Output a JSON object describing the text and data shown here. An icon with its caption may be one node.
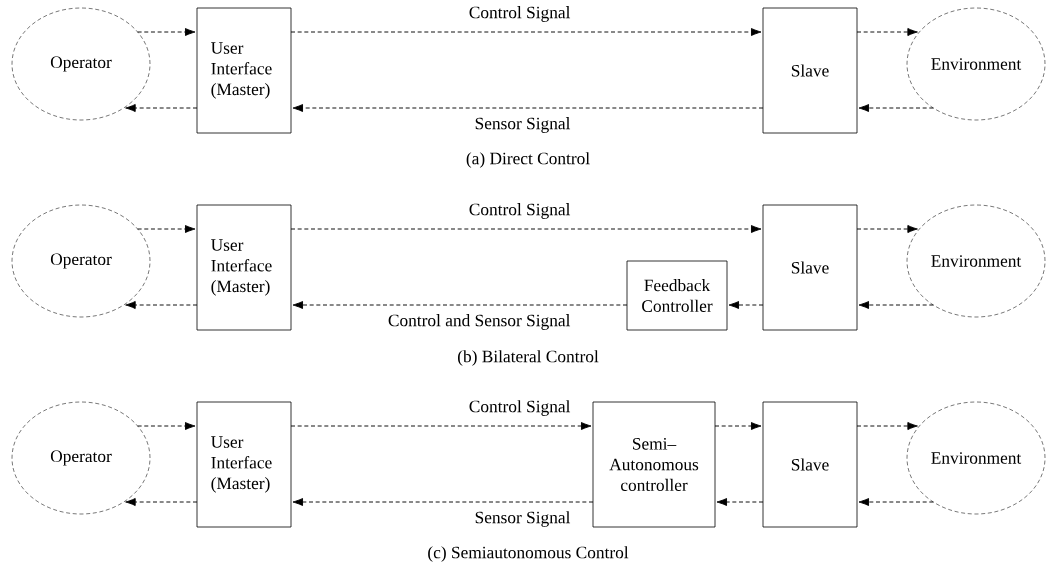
{
  "diagram": {
    "nodes": [
      {
        "text": [
          "Operator"
        ]
      },
      {
        "text": [
          "User Interface (Master)"
        ]
      },
      {
        "text": [
          "Slave"
        ]
      },
      {
        "text": [
          "Environment"
        ]
      },
      {
        "text": [
          "Operator"
        ]
      },
      {
        "text": [
          "User Interface (Master)"
        ]
      },
      {
        "text": [
          "Feedback Controller"
        ]
      },
      {
        "text": [
          "Slave"
        ]
      },
      {
        "text": [
          "Environment"
        ]
      },
      {
        "text": [
          "Operator"
        ]
      },
      {
        "text": [
          "User Interface (Master)"
        ]
      },
      {
        "text": [
          "Semi– Autonomous controller"
        ]
      },
      {
        "text": [
          "Slave"
        ]
      },
      {
        "text": [
          "Environment"
        ]
      }
    ],
    "edges": [
      {
        "from": 0,
        "to": 1,
        "arrow": "to",
        "style": "dashed"
      },
      {
        "from": 1,
        "to": 2,
        "arrow": "to",
        "style": "dashed",
        "label": "Control Signal"
      },
      {
        "from": 2,
        "to": 3,
        "arrow": "to",
        "style": "dashed"
      },
      {
        "from": 3,
        "to": 2,
        "arrow": "to",
        "style": "dashed"
      },
      {
        "from": 2,
        "to": 1,
        "arrow": "to",
        "style": "dashed",
        "label": "Sensor Signal"
      },
      {
        "from": 1,
        "to": 0,
        "arrow": "to",
        "style": "dashed"
      },
      {
        "from": 4,
        "to": 5,
        "arrow": "to",
        "style": "dashed"
      },
      {
        "from": 5,
        "to": 7,
        "arrow": "to",
        "style": "dashed",
        "label": "Control Signal"
      },
      {
        "from": 7,
        "to": 8,
        "arrow": "to",
        "style": "dashed"
      },
      {
        "from": 8,
        "to": 7,
        "arrow": "to",
        "style": "dashed"
      },
      {
        "from": 7,
        "to": 6,
        "arrow": "to",
        "style": "dashed"
      },
      {
        "from": 6,
        "to": 5,
        "arrow": "to",
        "style": "dashed",
        "label": "Control and  Sensor Signal"
      },
      {
        "from": 5,
        "to": 4,
        "arrow": "to",
        "style": "dashed"
      },
      {
        "from": 9,
        "to": 10,
        "arrow": "to",
        "style": "dashed"
      },
      {
        "from": 10,
        "to": 11,
        "arrow": "to",
        "style": "dashed",
        "label": "Control Signal"
      },
      {
        "from": 11,
        "to": 12,
        "arrow": "to",
        "style": "dashed"
      },
      {
        "from": 12,
        "to": 13,
        "arrow": "to",
        "style": "dashed"
      },
      {
        "from": 13,
        "to": 12,
        "arrow": "to",
        "style": "dashed"
      },
      {
        "from": 12,
        "to": 11,
        "arrow": "to",
        "style": "dashed"
      },
      {
        "from": 11,
        "to": 10,
        "arrow": "to",
        "style": "dashed",
        "label": "Sensor Signal"
      },
      {
        "from": 10,
        "to": 9,
        "arrow": "to",
        "style": "dashed"
      }
    ],
    "labels": [
      "(a) Direct Control",
      "(b) Bilateral Control",
      "(c) Semiautonomous Control"
    ]
  }
}
